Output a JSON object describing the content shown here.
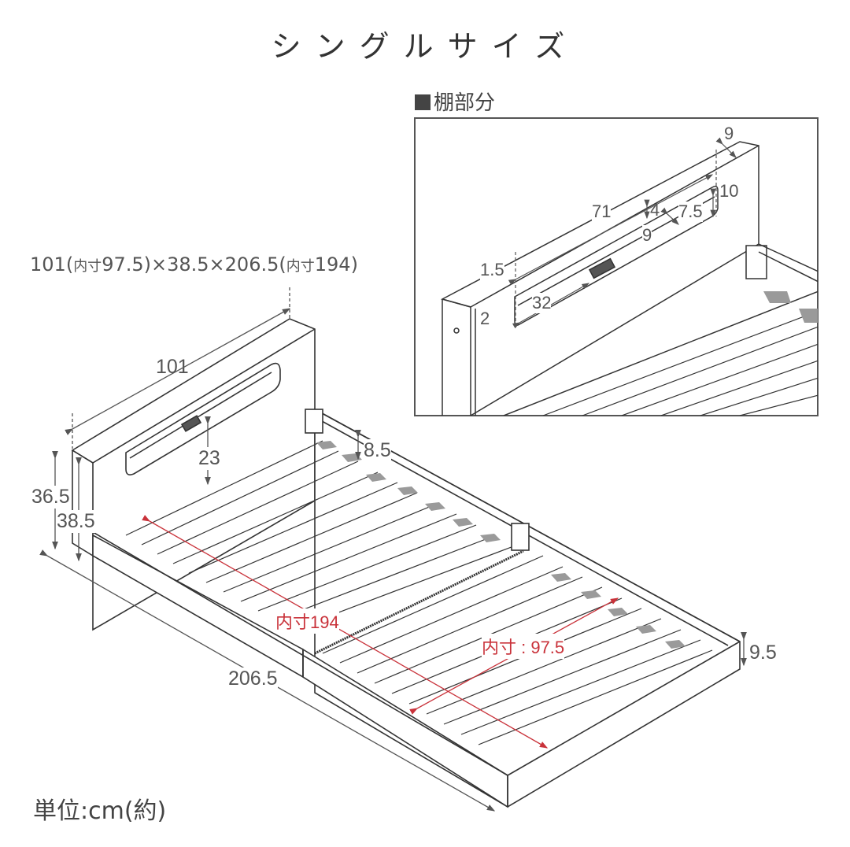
{
  "title": "シングルサイズ",
  "summary": {
    "width": "101",
    "width_inner_label": "内寸",
    "width_inner": "97.5",
    "height": "38.5",
    "length": "206.5",
    "length_inner_label": "内寸",
    "length_inner": "194",
    "text": "101(内寸97.5)×38.5×206.5(内寸194)"
  },
  "inset": {
    "title": "棚部分",
    "dimensions": {
      "shelf_depth": "9",
      "shelf_height": "10",
      "shelf_length": "71",
      "slot_height": "4",
      "slot_depth": "7.5",
      "slot_gap": "9",
      "left_offset": "1.5",
      "panel_thickness": "2",
      "outlet_offset": "32"
    }
  },
  "main": {
    "dimensions": {
      "headboard_width": "101",
      "outlet_height": "23",
      "height_frame": "36.5",
      "height_total": "38.5",
      "rail_height": "8.5",
      "frame_height": "9.5",
      "total_length": "206.5",
      "inner_length": "内寸194",
      "inner_width": "内寸 : 97.5"
    }
  },
  "unit_note": "単位:cm(約)",
  "colors": {
    "line": "#333333",
    "dimension_text": "#555555",
    "inner_dimension": "#c9323a",
    "slat_pad": "#9a9a9a"
  }
}
